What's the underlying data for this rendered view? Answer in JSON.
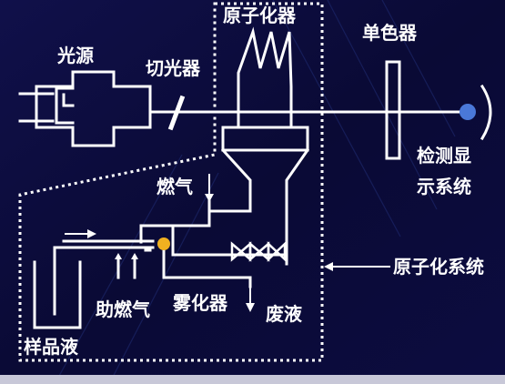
{
  "colors": {
    "background": "#0c0c3a",
    "line": "#ffffff",
    "detector_dot": "#4a78d8",
    "capillary_dot": "#f0b020",
    "frame_edge": "#d0d0e0"
  },
  "labels": {
    "light_source": "光源",
    "chopper": "切光器",
    "atomizer": "原子化器",
    "monochromator": "单色器",
    "detector_line1": "检测显",
    "detector_line2": "示系统",
    "fuel_gas": "燃气",
    "atomization_system": "原子化系统",
    "support_gas": "助燃气",
    "nebulizer": "雾化器",
    "waste": "废液",
    "sample": "样品液"
  }
}
